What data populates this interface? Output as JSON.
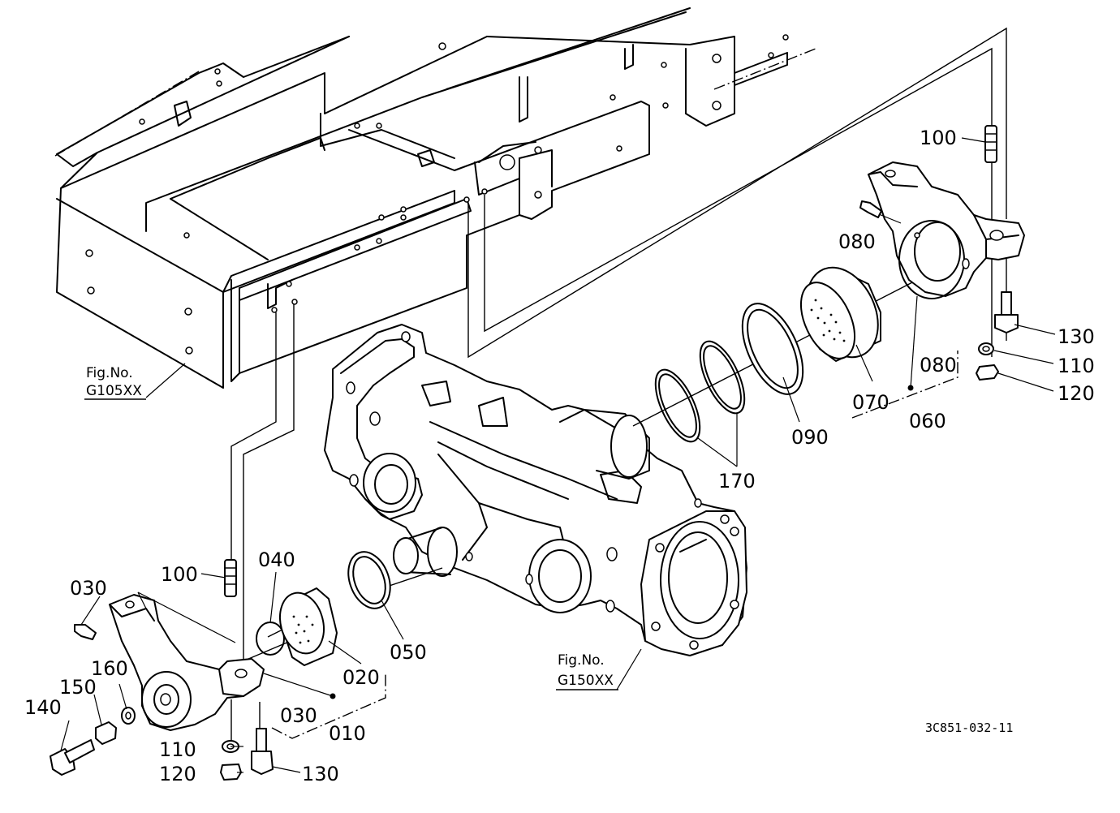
{
  "labels": {
    "p010": "010",
    "p020": "020",
    "p030_a": "030",
    "p030_b": "030",
    "p040": "040",
    "p050": "050",
    "p060": "060",
    "p070": "070",
    "p080_a": "080",
    "p080_b": "080",
    "p090": "090",
    "p100_a": "100",
    "p100_b": "100",
    "p110_a": "110",
    "p110_b": "110",
    "p120_a": "120",
    "p120_b": "120",
    "p130_a": "130",
    "p130_b": "130",
    "p140": "140",
    "p150": "150",
    "p160": "160",
    "p170": "170"
  },
  "figure_refs": {
    "frame": {
      "prefix": "Fig.No.",
      "code": "G105XX"
    },
    "axle_case": {
      "prefix": "Fig.No.",
      "code": "G150XX"
    }
  },
  "drawing_code": "3C851-032-11",
  "icons": {
    "frame": "frame-assembly-drawing",
    "axle_case": "front-axle-case-drawing",
    "bracket": "axle-support-bracket-drawing",
    "bushing": "perforated-bushing-drawing",
    "oring": "o-ring-drawing"
  }
}
